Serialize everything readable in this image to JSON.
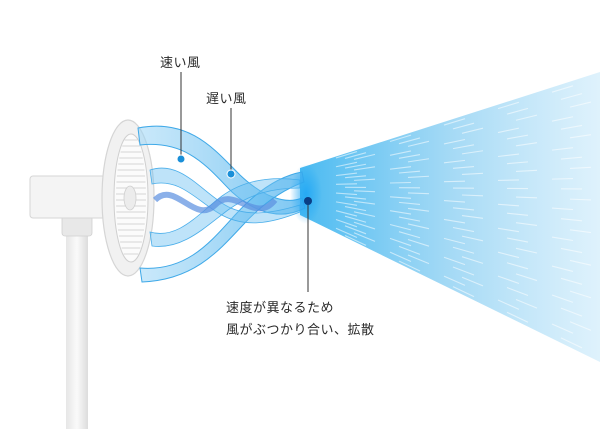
{
  "labels": {
    "fast_wind": "速い風",
    "slow_wind": "遅い風",
    "result_line1": "速度が異なるため",
    "result_line2": "風がぶつかり合い、拡散"
  },
  "colors": {
    "wind_blue": "#3fa9e8",
    "wind_light": "#bfe4f8",
    "fan_body": "#f2f2f2",
    "fan_edge": "#d8d8d8",
    "text": "#2a2a2a"
  }
}
